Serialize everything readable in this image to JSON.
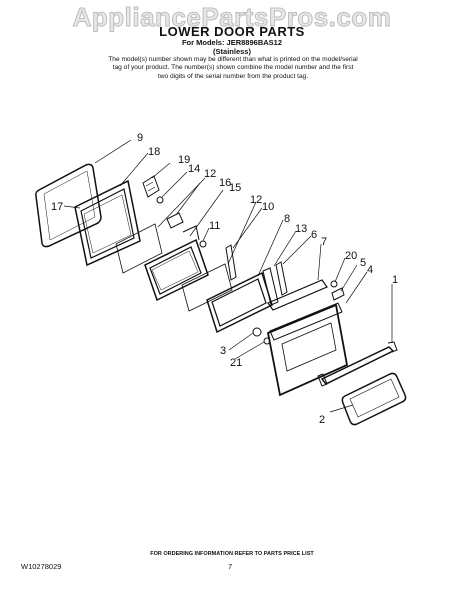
{
  "watermark": "AppliancePartsPros.com",
  "header": {
    "title": "LOWER DOOR PARTS",
    "models": "For Models: JER8896BAS12",
    "variant": "(Stainless)",
    "note": "The model(s) number shown may be different than what is printed on the model/serial tag of your product. The number(s) shown combine the model number and the first two digits of the serial number from the product tag."
  },
  "callouts": {
    "c9": "9",
    "c18": "18",
    "c19": "19",
    "c14": "14",
    "c16": "16",
    "c12a": "12",
    "c15": "15",
    "c17": "17",
    "c11": "11",
    "c12b": "12",
    "c10": "10",
    "c8": "8",
    "c13": "13",
    "c6": "6",
    "c7": "7",
    "c20": "20",
    "c5": "5",
    "c4": "4",
    "c1": "1",
    "c3": "3",
    "c21": "21",
    "c2": "2"
  },
  "footer": {
    "ordering_note": "FOR ORDERING INFORMATION REFER TO PARTS PRICE LIST",
    "doc_code": "W10278029",
    "page": "7"
  }
}
